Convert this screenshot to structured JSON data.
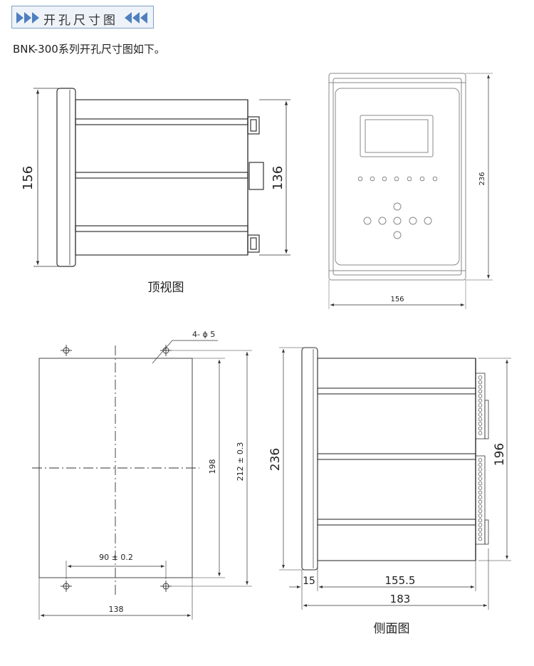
{
  "header": {
    "title": "开孔尺寸图"
  },
  "intro": "BNK-300系列开孔尺寸图如下。",
  "views": {
    "top": {
      "caption": "顶视图",
      "dim_height": "156",
      "dim_body": "136"
    },
    "front": {
      "dim_height": "236",
      "dim_width": "156"
    },
    "cutout": {
      "hole_callout": "4- ϕ 5",
      "dim_inner": "198",
      "dim_outer": "212 ± 0.3",
      "dim_hole_spacing": "90 ± 0.2",
      "dim_width": "138"
    },
    "side": {
      "caption": "侧面图",
      "dim_height": "236",
      "dim_body": "196",
      "dim_flange": "15",
      "dim_depth": "155.5",
      "dim_total": "183"
    }
  },
  "colors": {
    "line": "#333333",
    "light_line": "#888888",
    "accent": "#4f7fbf",
    "header_bg": "#eef3f9"
  }
}
